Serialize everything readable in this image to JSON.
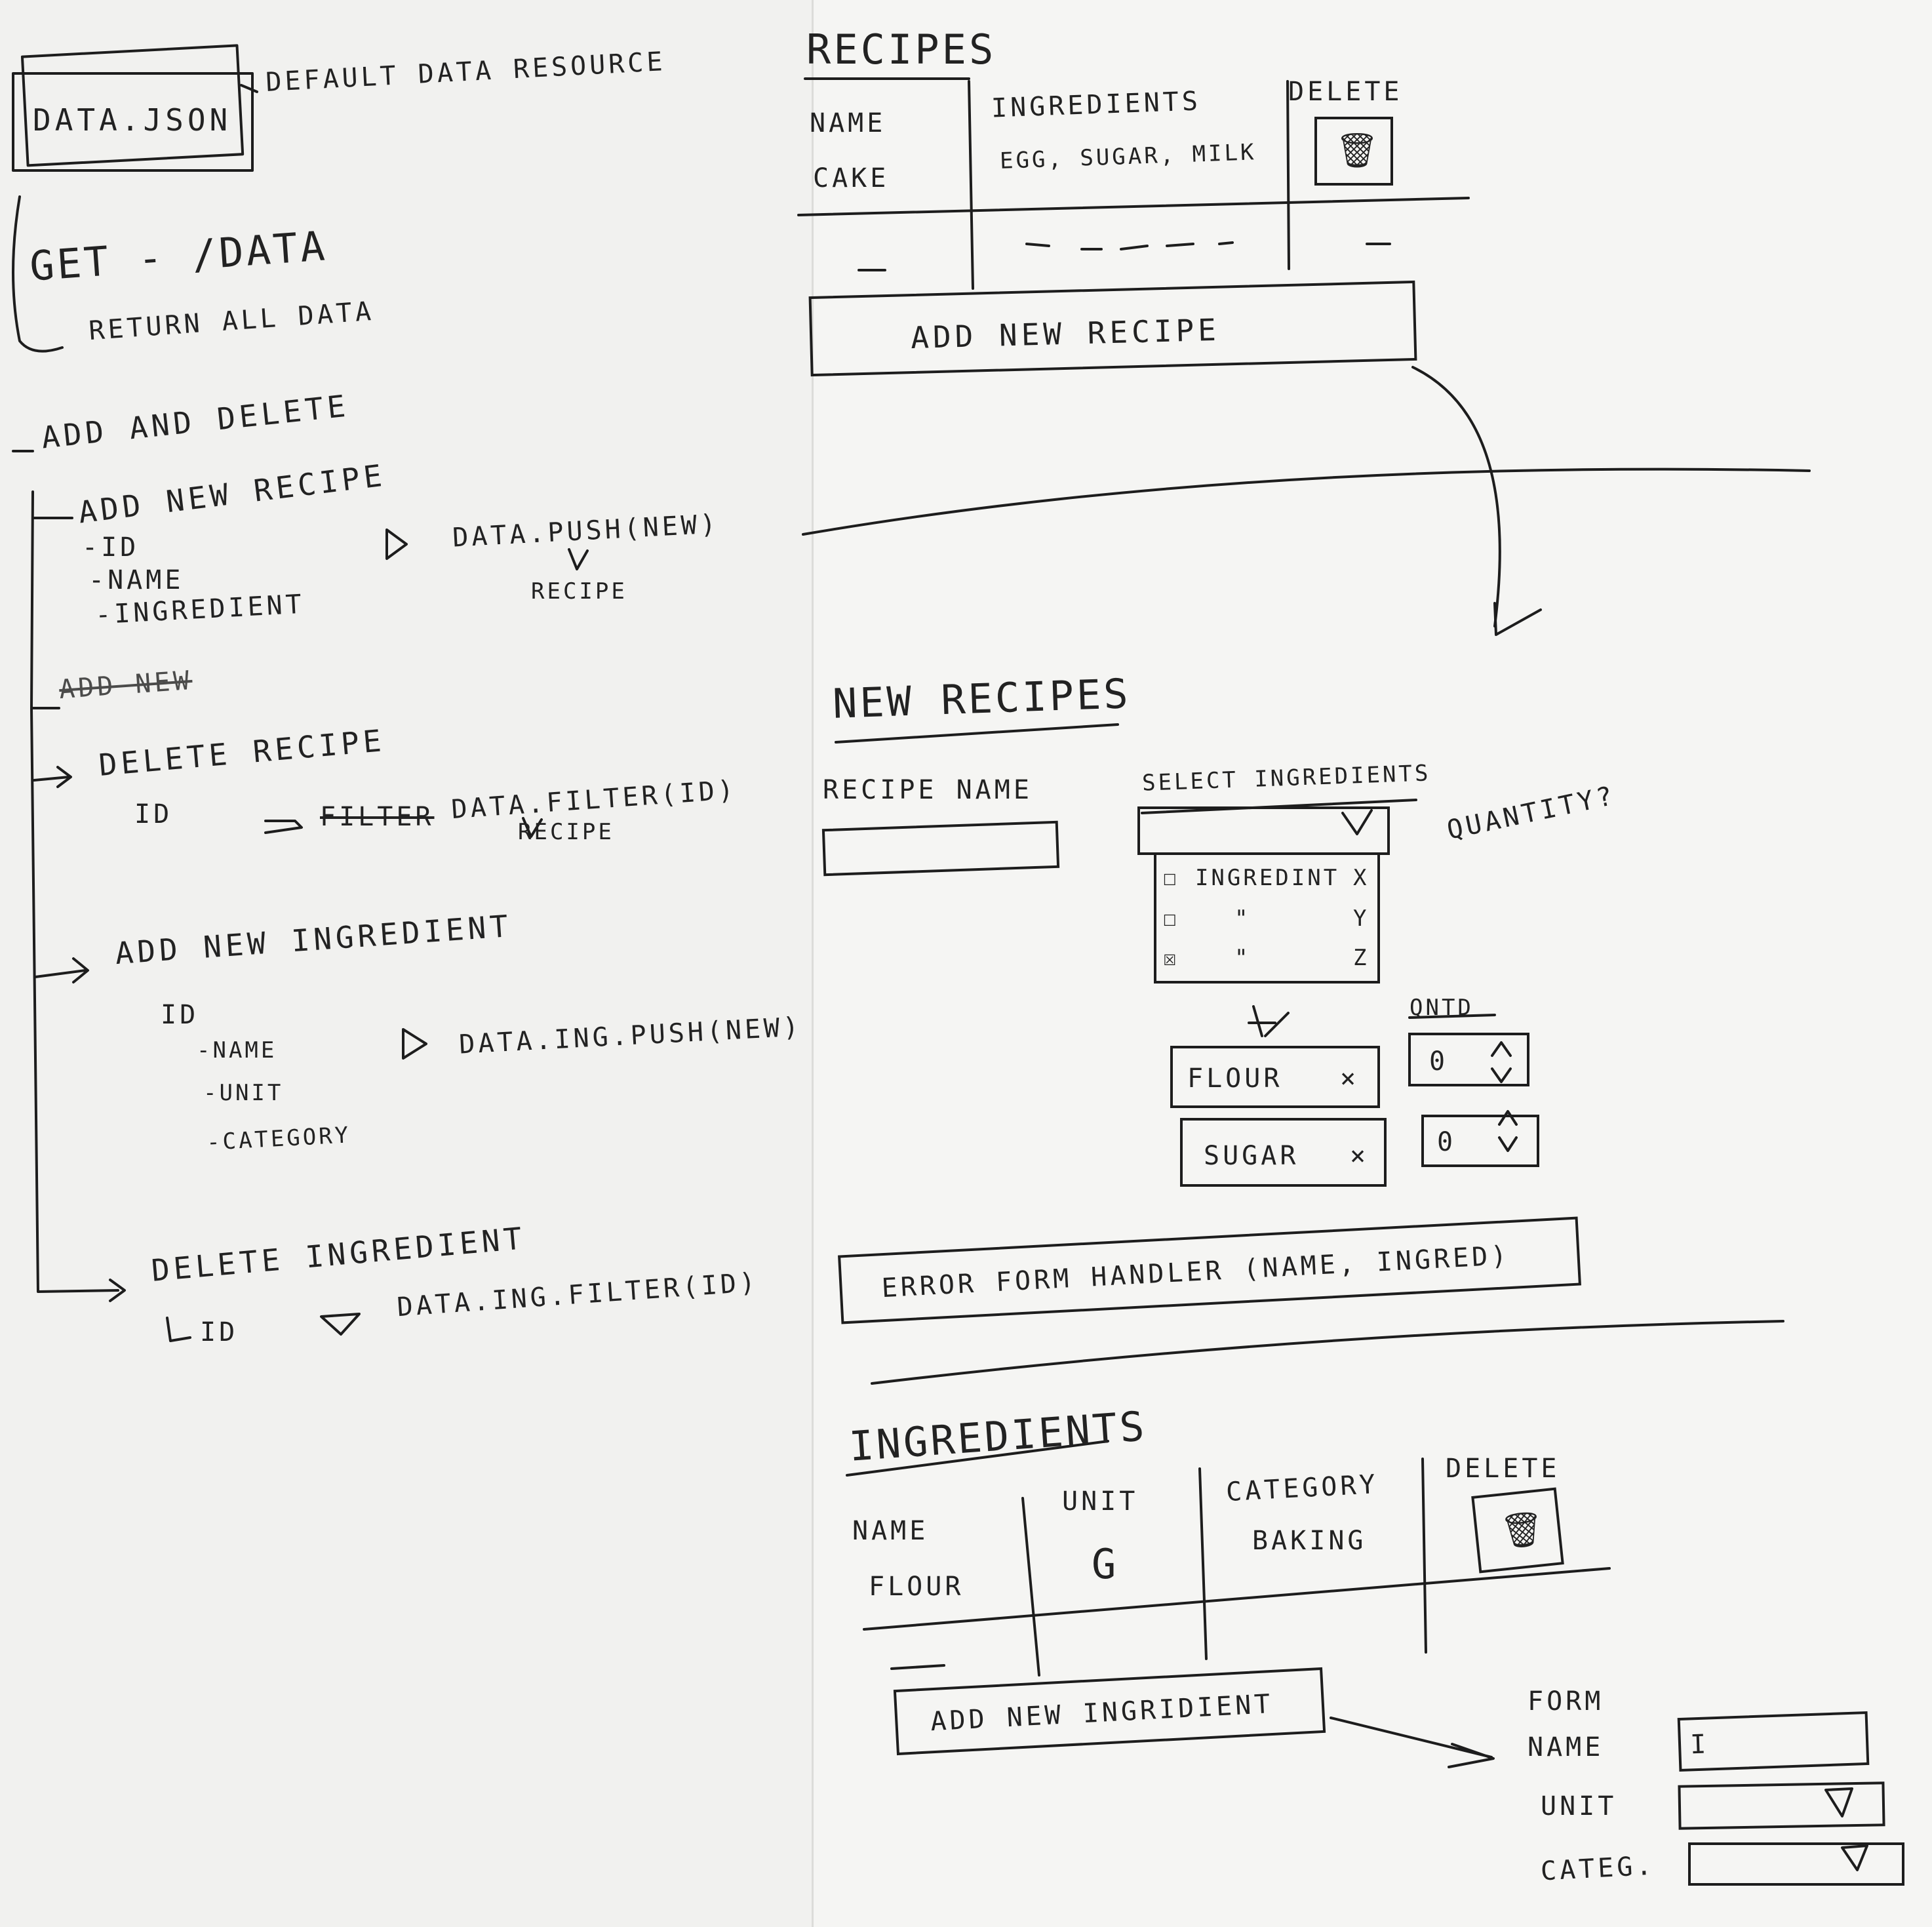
{
  "left": {
    "data_json_label": "DATA.JSON",
    "default_resource": "DEFAULT DATA RESOURCE",
    "get_route": "GET - /DATA",
    "get_desc": "RETURN ALL DATA",
    "add_delete": "ADD AND DELETE",
    "add_recipe": {
      "title": "ADD NEW RECIPE",
      "fields": [
        "-ID",
        "-NAME",
        "-INGREDIENT"
      ],
      "code": "DATA.PUSH(NEW)",
      "note": "RECIPE"
    },
    "scribble": "ADD NEW",
    "delete_recipe": {
      "title": "DELETE RECIPE",
      "field": "ID",
      "struck": "FILTER",
      "code": "DATA.FILTER(ID)",
      "note": "RECIPE"
    },
    "add_ingredient": {
      "title": "ADD NEW INGREDIENT",
      "fields": [
        "ID",
        "-NAME",
        "-UNIT",
        "-CATEGORY"
      ],
      "code": "DATA.ING.PUSH(NEW)"
    },
    "delete_ingredient": {
      "title": "DELETE INGREDIENT",
      "field": "ID",
      "code": "DATA.ING.FILTER(ID)"
    }
  },
  "recipes": {
    "title": "RECIPES",
    "headers": [
      "NAME",
      "INGREDIENTS",
      "DELETE"
    ],
    "row": {
      "name": "CAKE",
      "ingredients": "EGG, SUGAR, MILK"
    },
    "add_button": "ADD NEW RECIPE",
    "delete_icon": "trash-icon"
  },
  "new_recipe": {
    "title": "NEW RECIPES",
    "recipe_name_label": "RECIPE NAME",
    "select_label": "SELECT INGREDIENTS",
    "quantity_label": "QUANTITY?",
    "options": [
      {
        "label": "INGREDINT",
        "suffix": "X",
        "checked": false
      },
      {
        "label": "\"",
        "suffix": "Y",
        "checked": false
      },
      {
        "label": "\"",
        "suffix": "Z",
        "checked": true
      }
    ],
    "unit_label": "QNTD",
    "selected": [
      {
        "name": "FLOUR",
        "qty": "0"
      },
      {
        "name": "SUGAR",
        "qty": "0"
      }
    ],
    "error_bar": "ERROR FORM HANDLER (NAME, INGRED)"
  },
  "ingredients": {
    "title": "INGREDIENTS",
    "headers": [
      "NAME",
      "UNIT",
      "CATEGORY",
      "DELETE"
    ],
    "row": {
      "name": "FLOUR",
      "unit": "G",
      "category": "BAKING"
    },
    "add_button": "ADD NEW INGRIDIENT",
    "delete_icon": "trash-icon"
  },
  "form": {
    "title": "FORM",
    "name_label": "NAME",
    "unit_label": "UNIT",
    "category_label": "CATEG.",
    "name_value": "I"
  }
}
